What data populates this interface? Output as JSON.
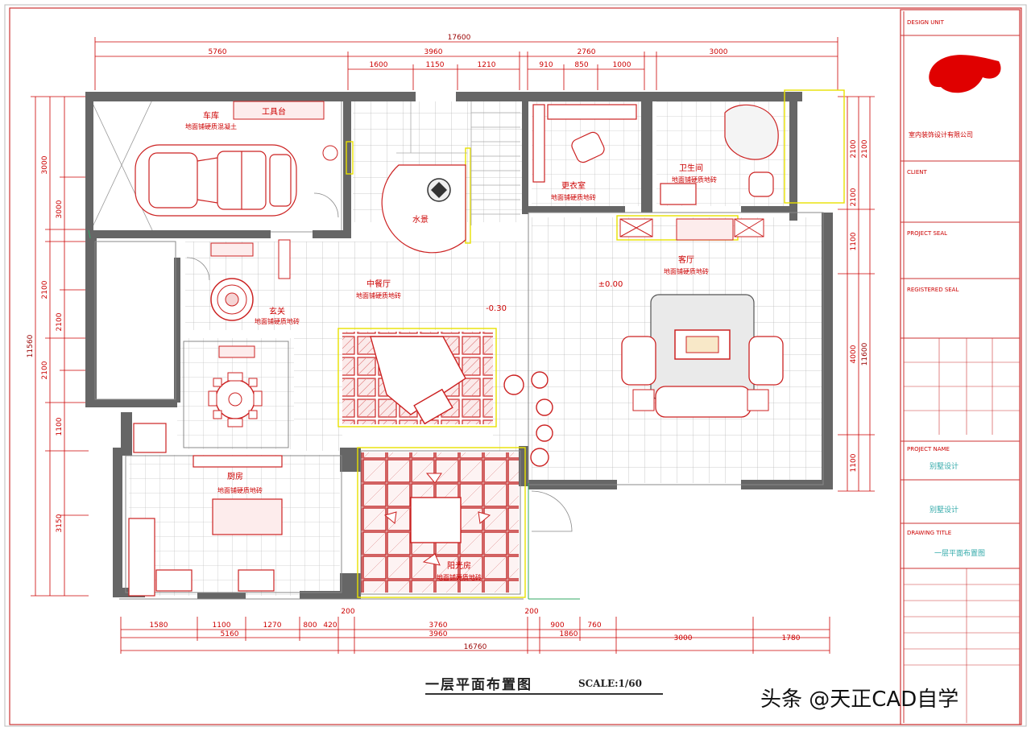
{
  "drawing": {
    "title": "一层平面布置图",
    "scale": "SCALE:1/60",
    "watermark": "头条 @天正CAD自学"
  },
  "dimensions": {
    "top_total": "17600",
    "top_segments": [
      "5760",
      "3960",
      "2760",
      "3000"
    ],
    "top_sub_segments": [
      "1600",
      "1150",
      "1210",
      "910",
      "850",
      "1000"
    ],
    "bottom_segments": [
      "1580",
      "1100",
      "1270",
      "800",
      "420",
      "3760",
      "900",
      "760",
      "3000",
      "1780"
    ],
    "bottom_sub_segments": [
      "5160",
      "3960",
      "1860"
    ],
    "bottom_total": "16760",
    "bottom_offsets": [
      "200",
      "200"
    ],
    "left_total": "11560",
    "left_segments": [
      "3000",
      "3000",
      "2100",
      "2100",
      "2100",
      "1100",
      "3150"
    ],
    "right_segments": [
      "2100",
      "2100",
      "2100",
      "1100",
      "4000",
      "1100"
    ],
    "right_total": "11600"
  },
  "rooms": [
    {
      "name": "车库",
      "floor": "地面铺硬质混凝土"
    },
    {
      "name": "更衣室",
      "floor": "地面铺硬质地砖"
    },
    {
      "name": "卫生间",
      "floor": "地面铺硬质地砖"
    },
    {
      "name": "客厅",
      "floor": "地面铺硬质地砖"
    },
    {
      "name": "中餐厅",
      "floor": "地面铺硬质地砖"
    },
    {
      "name": "玄关",
      "floor": "地面铺硬质地砖"
    },
    {
      "name": "厨房",
      "floor": "地面铺硬质地砖"
    },
    {
      "name": "阳光房",
      "floor": "地面铺硬质地砖"
    },
    {
      "name": "水景"
    }
  ],
  "levels": [
    "±0.00",
    "-0.30"
  ],
  "title_block": {
    "company_label": "室内装饰设计有限公司",
    "fields": [
      "DESIGN UNIT",
      "CLIENT",
      "PROJECT SEAL",
      "REGISTERED SEAL",
      "PROJECT NAME",
      "DRAWING TITLE"
    ],
    "project_name": "别墅设计",
    "project_name_2": "别墅设计",
    "drawing_title": "一层平面布置图"
  },
  "colors": {
    "wall": "#666666",
    "line_red": "#cc0000",
    "line_grey": "#999999",
    "highlight_yellow": "#e8e000",
    "green": "#33aa66"
  }
}
